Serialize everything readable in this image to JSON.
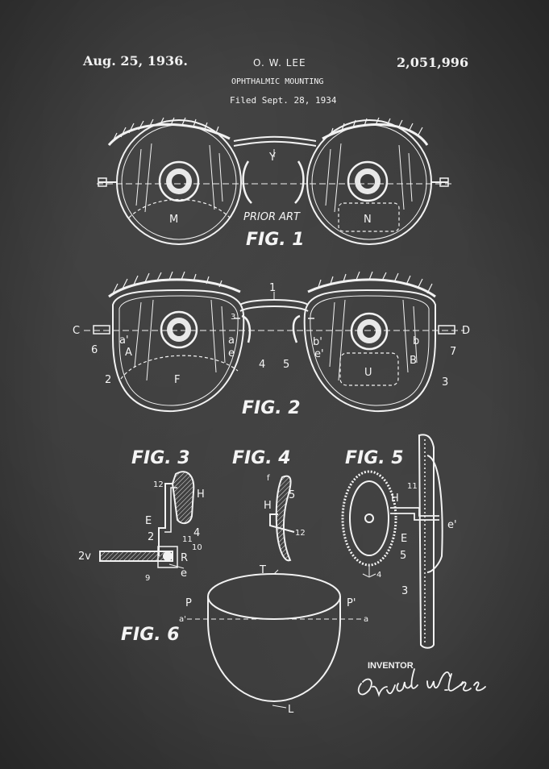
{
  "header": {
    "date": "Aug. 25, 1936.",
    "inventor_name": "O. W. LEE",
    "patent_number": "2,051,996",
    "title": "OPHTHALMIC MOUNTING",
    "filed": "Filed Sept. 28, 1934"
  },
  "figures": {
    "fig1": "FIG. 1",
    "fig2": "FIG. 2",
    "fig3": "FIG. 3",
    "fig4": "FIG. 4",
    "fig5": "FIG. 5",
    "fig6": "FIG. 6"
  },
  "annotations": {
    "prior_art": "PRIOR ART",
    "fig1": {
      "Y": "Y",
      "M": "M",
      "N": "N"
    },
    "fig2": {
      "n1": "1",
      "C": "C",
      "D": "D",
      "n6": "6",
      "n7": "7",
      "a_prime": "a'",
      "A": "A",
      "n2": "2",
      "F": "F",
      "n3a": "3",
      "a": "a",
      "e": "e",
      "n4": "4",
      "n5": "5",
      "b": "b",
      "e_prime": "e'",
      "b_prime": "b'",
      "U": "U",
      "B": "B",
      "n3": "3"
    },
    "fig3": {
      "n12": "12",
      "H": "H",
      "E": "E",
      "n2": "2",
      "n4": "4",
      "n11": "11",
      "n10": "10",
      "n2v": "2v",
      "R": "R",
      "n9": "9",
      "e": "e"
    },
    "fig4": {
      "f": "f",
      "n5": "5",
      "H": "H",
      "n12": "12"
    },
    "fig5": {
      "n11": "11",
      "H": "H",
      "e_prime": "e'",
      "E": "E",
      "n5": "5",
      "n4": "4",
      "n3": "3"
    },
    "fig6": {
      "T": "T",
      "P": "P",
      "P_prime": "P'",
      "a_prime": "a'",
      "a": "a",
      "L": "L"
    }
  },
  "signature": {
    "label": "INVENTOR",
    "text": "Orval W. Lee"
  },
  "colors": {
    "background": "#3b3b3b",
    "ink": "#f2f2f2"
  }
}
